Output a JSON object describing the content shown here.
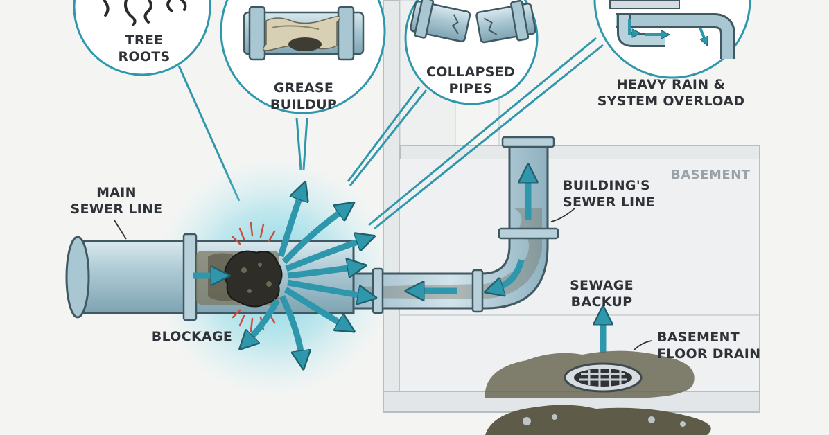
{
  "labels": {
    "tree_roots": [
      "TREE",
      "ROOTS"
    ],
    "grease_buildup": [
      "GREASE",
      "BUILDUP"
    ],
    "collapsed_pipes": [
      "COLLAPSED",
      "PIPES"
    ],
    "heavy_rain": [
      "HEAVY RAIN &",
      "SYSTEM OVERLOAD"
    ],
    "basement": "BASEMENT",
    "main_sewer_line": [
      "MAIN",
      "SEWER LINE"
    ],
    "buildings_sewer_line": [
      "BUILDING'S",
      "SEWER LINE"
    ],
    "blockage": "BLOCKAGE",
    "sewage_backup": [
      "SEWAGE",
      "BACKUP"
    ],
    "basement_floor_drain": [
      "BASEMENT",
      "FLOOR DRAIN"
    ]
  },
  "colors": {
    "pipe": "#bcd3dc",
    "pipe_outline": "#3f5862",
    "arrow": "#2f97ab",
    "glow": "#4fc6dc",
    "sludge": "#5c5a48",
    "wall": "#d8dcde",
    "text": "#2f3338"
  }
}
